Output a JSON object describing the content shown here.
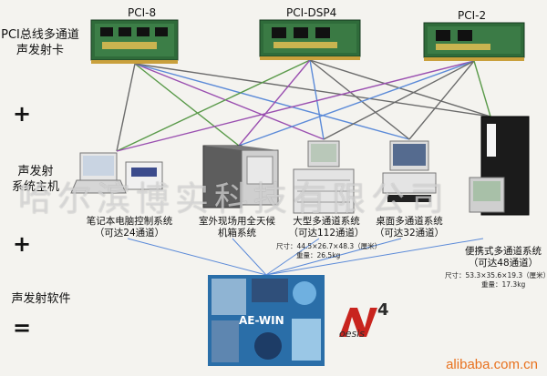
{
  "left_labels": {
    "cards": [
      "PCI总线多通道",
      "声发射卡"
    ],
    "plus1": "+",
    "hosts": [
      "声发射",
      "系统主机"
    ],
    "plus2": "+",
    "software": "声发射软件",
    "equals": "="
  },
  "cards": [
    {
      "title": "PCI-8"
    },
    {
      "title": "PCI-DSP4"
    },
    {
      "title": "PCI-2"
    }
  ],
  "hosts": [
    {
      "lines": [
        "笔记本电脑控制系统",
        "（可达24通道）"
      ]
    },
    {
      "lines": [
        "室外现场用全天候",
        "机箱系统"
      ]
    },
    {
      "lines": [
        "大型多通道系统",
        "（可达112通道）"
      ],
      "spec": [
        "尺寸：44.5×26.7×48.3（厘米）",
        "重量：26.5kg"
      ]
    },
    {
      "lines": [
        "桌面多通道系统",
        "（可达32通道）"
      ]
    },
    {
      "lines": [
        "便携式多通道系统",
        "（可达48通道）"
      ],
      "spec": [
        "尺寸：53.3×35.6×19.3（厘米）",
        "重量：17.3kg"
      ]
    }
  ],
  "software": {
    "center_label": "AE-WIN",
    "logo_text": "oesis",
    "logo_numeral": "4"
  },
  "watermark": "哈尔滨博实科技有限公司",
  "site": "alibaba.com.cn",
  "colors": {
    "line_blue": "#5b8ad8",
    "line_green": "#5a9a4a",
    "line_purple": "#9a4fb0",
    "line_gray": "#6b6b6b",
    "board_green": "#2f6b3a"
  }
}
